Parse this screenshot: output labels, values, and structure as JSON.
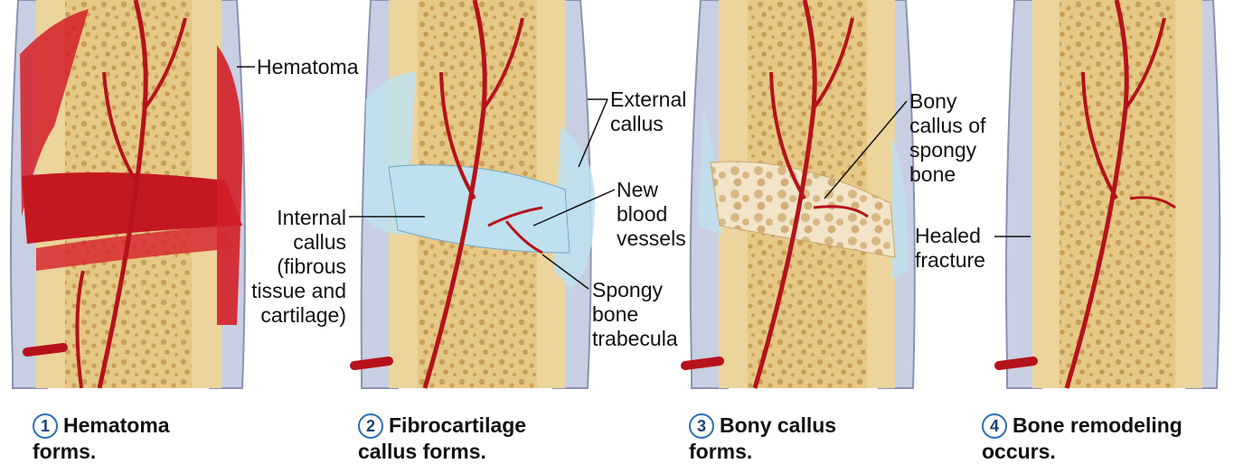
{
  "panels": [
    {
      "step": "1",
      "caption_line1": "Hematoma",
      "caption_line2": "forms."
    },
    {
      "step": "2",
      "caption_line1": "Fibrocartilage",
      "caption_line2": "callus forms."
    },
    {
      "step": "3",
      "caption_line1": "Bony callus",
      "caption_line2": "forms."
    },
    {
      "step": "4",
      "caption_line1": "Bone remodeling",
      "caption_line2": "occurs."
    }
  ],
  "labels": {
    "hematoma": "Hematoma",
    "internal_callus": "Internal\ncallus\n(fibrous\ntissue and\ncartilage)",
    "external_callus": "External\ncallus",
    "new_blood_vessels": "New\nblood\nvessels",
    "spongy_bone_trabecula": "Spongy\nbone\ntrabecula",
    "bony_callus": "Bony\ncallus of\nspongy\nbone",
    "healed_fracture": "Healed\nfracture"
  },
  "colors": {
    "bone": "#e9cf93",
    "spongy_bone": "#d7b06a",
    "periosteum": "#c9cfe2",
    "blood": "#c81a22",
    "vessel": "#b5121b",
    "cartilage": "#bfe0ee",
    "step_circle": "#2a6fb5"
  }
}
